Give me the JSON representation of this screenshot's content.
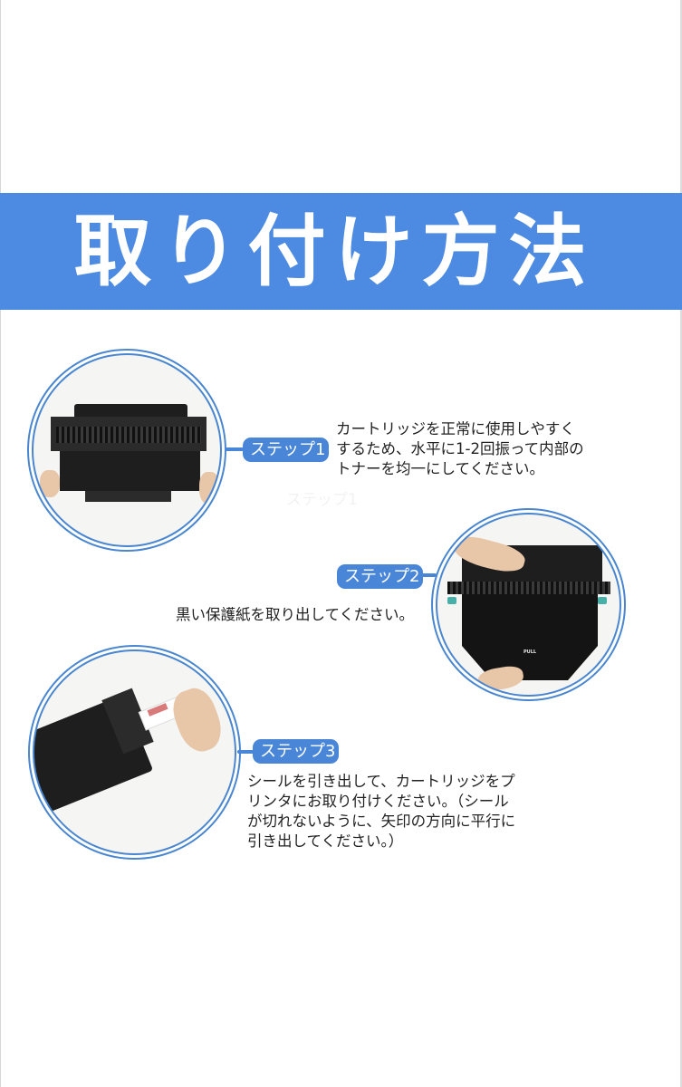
{
  "banner": {
    "title": "取り付け方法",
    "background_color": "#4d8be2",
    "text_color": "#ffffff"
  },
  "accent_color": "#4a86d8",
  "steps": [
    {
      "badge": "ステップ1",
      "description": "カートリッジを正常に使用しやすく\nするため、水平に1-2回振って内部の\nトナーを均一にしてください。",
      "image": "toner-cartridge-held-horizontally",
      "ghost_text": "ステップ1"
    },
    {
      "badge": "ステップ2",
      "description": "黒い保護紙を取り出してください。",
      "image": "removing-black-protective-sheet",
      "image_label": "PULL"
    },
    {
      "badge": "ステップ3",
      "description": "シールを引き出して、カートリッジをプ\nリンタにお取り付けください。（シール\nが切れないように、矢印の方向に平行に\n引き出してください。）",
      "image": "pulling-seal-tape-from-cartridge"
    }
  ]
}
